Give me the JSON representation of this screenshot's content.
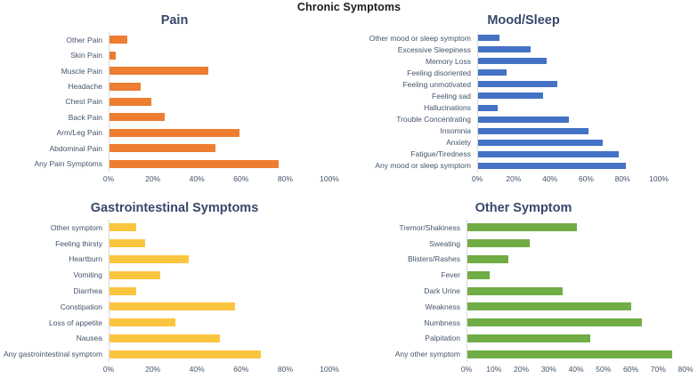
{
  "figure_title": "Chronic Symptoms",
  "palette": {
    "pain_bar": "#ED7D31",
    "mood_sleep_bar": "#4472C4",
    "gastrointestinal_bar": "#FBC540",
    "other_symptom_bar": "#70AD47",
    "subplot_title_color": "#37486B",
    "label_color": "#44546A",
    "axis_line_color": "#D9D9D9",
    "main_title_color": "#1A1A1A"
  },
  "chart_data": [
    {
      "type": "bar",
      "orientation": "horizontal",
      "title": "Pain",
      "color": "#ED7D31",
      "categories": [
        "Other Pain",
        "Skin Pain",
        "Muscle Pain",
        "Headache",
        "Chest Pain",
        "Back Pain",
        "Arm/Leg Pain",
        "Abdominal Pain",
        "Any Pain Symptoms"
      ],
      "values": [
        8,
        3,
        45,
        14,
        19,
        25,
        59,
        48,
        77
      ],
      "xlim": [
        0,
        100
      ],
      "x_ticks": [
        "0%",
        "20%",
        "40%",
        "60%",
        "80%",
        "100%"
      ],
      "grid": false,
      "legend": false
    },
    {
      "type": "bar",
      "orientation": "horizontal",
      "title": "Mood/Sleep",
      "color": "#4472C4",
      "categories": [
        "Other mood or sleep symptom",
        "Excessive Sleepiness",
        "Memory Loss",
        "Feeling disoriented",
        "Feeling unmotivated",
        "Feeling sad",
        "Hallucinations",
        "Trouble Concentrating",
        "Insomnia",
        "Anxiety",
        "Fatigue/Tiredness",
        "Any mood or sleep symptom"
      ],
      "values": [
        12,
        29,
        38,
        16,
        44,
        36,
        11,
        50,
        61,
        69,
        78,
        82
      ],
      "xlim": [
        0,
        100
      ],
      "x_ticks": [
        "0%",
        "20%",
        "40%",
        "60%",
        "80%",
        "100%"
      ],
      "grid": false,
      "legend": false
    },
    {
      "type": "bar",
      "orientation": "horizontal",
      "title": "Gastrointestinal Symptoms",
      "color": "#FBC540",
      "categories": [
        "Other symptom",
        "Feeling thirsty",
        "Heartburn",
        "Vomiting",
        "Diarrhea",
        "Constipation",
        "Loss of appetite",
        "Nausea",
        "Any gastrointestinal symptom"
      ],
      "values": [
        12,
        16,
        36,
        23,
        12,
        57,
        30,
        50,
        69
      ],
      "xlim": [
        0,
        100
      ],
      "x_ticks": [
        "0%",
        "20%",
        "40%",
        "60%",
        "80%",
        "100%"
      ],
      "grid": false,
      "legend": false
    },
    {
      "type": "bar",
      "orientation": "horizontal",
      "title": "Other Symptom",
      "color": "#70AD47",
      "categories": [
        "Tremor/Shakiness",
        "Sweating",
        "Blisters/Rashes",
        "Fever",
        "Dark Urine",
        "Weakness",
        "Numbness",
        "Palpitation",
        "Any other symptom"
      ],
      "values": [
        40,
        23,
        15,
        8,
        35,
        60,
        64,
        45,
        75
      ],
      "xlim": [
        0,
        80
      ],
      "x_ticks": [
        "0%",
        "10%",
        "20%",
        "30%",
        "40%",
        "50%",
        "60%",
        "70%",
        "80%"
      ],
      "grid": false,
      "legend": false
    }
  ]
}
